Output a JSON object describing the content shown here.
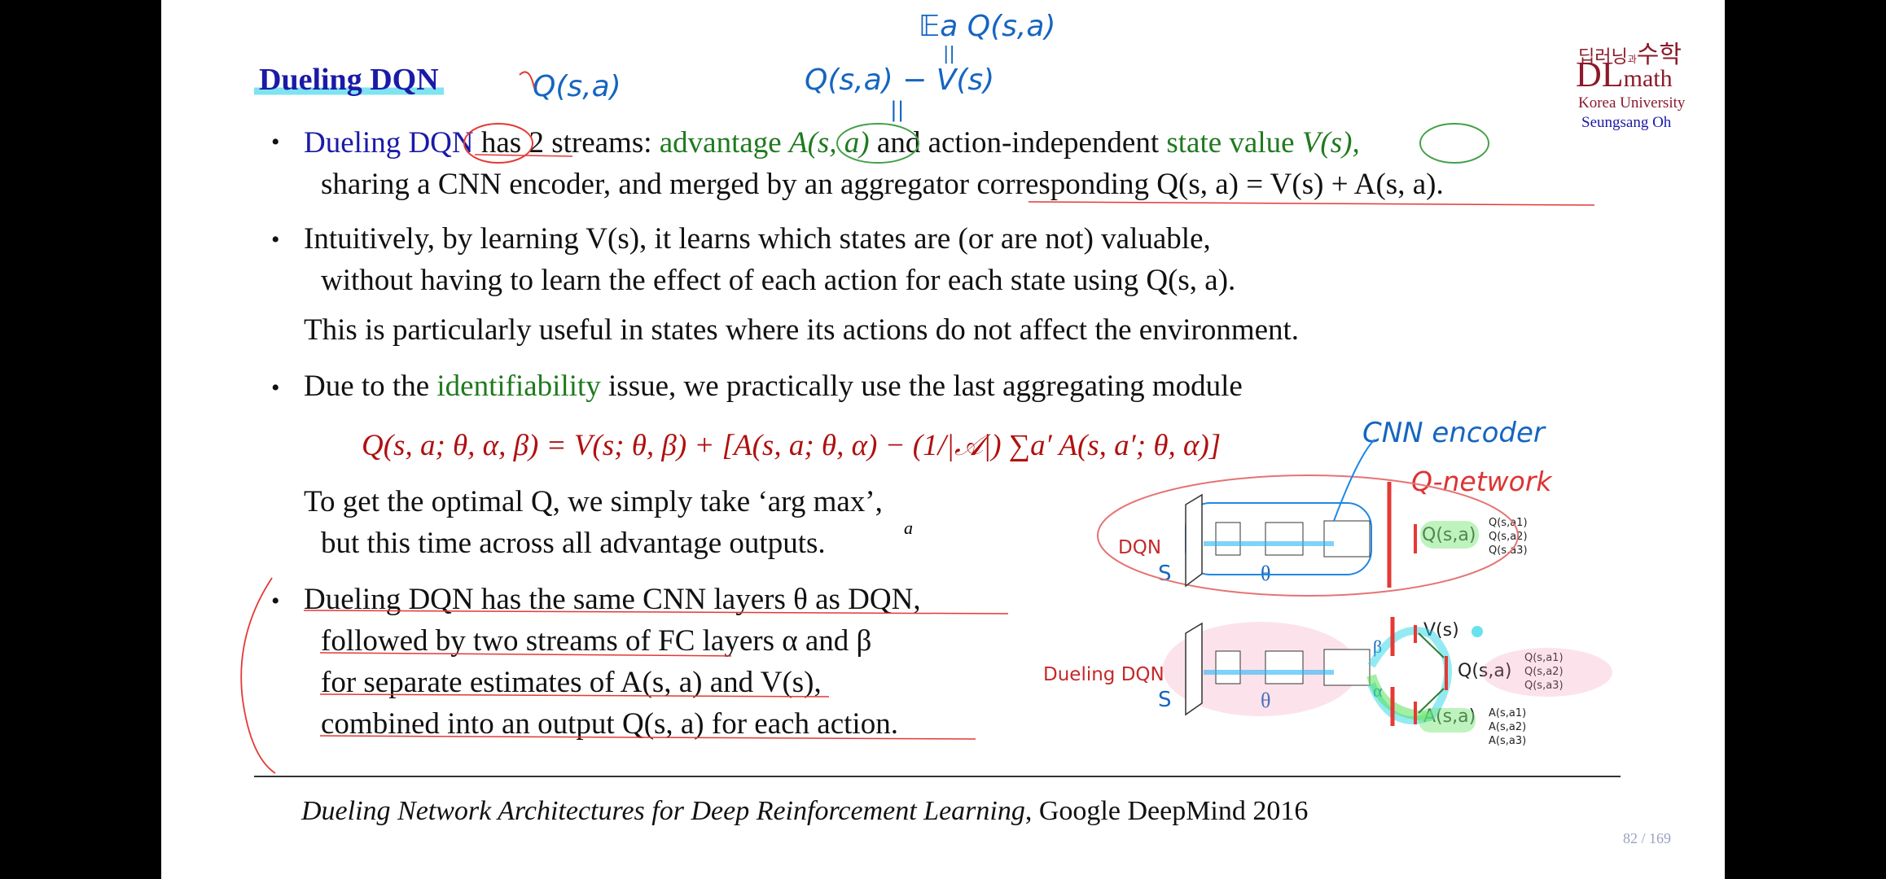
{
  "slide": {
    "title": "Dueling DQN",
    "logo": {
      "korean": "딥러닝",
      "small": "과",
      "korean2": "수학",
      "dl": "DL",
      "math": "math",
      "univ": "Korea University",
      "author": "Seungsang Oh"
    },
    "bullets": {
      "b1_l1_a": "Dueling DQN",
      "b1_l1_b": " has 2 streams: ",
      "b1_l1_c": "advantage",
      "b1_l1_d": "A(s, a)",
      "b1_l1_e": " and action-independent ",
      "b1_l1_f": "state value",
      "b1_l1_g": "V(s),",
      "b1_l2": "sharing a CNN encoder, and merged by an aggregator corresponding  Q(s, a) = V(s) + A(s, a).",
      "b2_l1": "Intuitively, by learning V(s), it learns which states are (or are not) valuable,",
      "b2_l2": "without having to learn the effect of each action for each state using  Q(s, a).",
      "b2_l3": "This is particularly useful in states where its actions do not affect the environment.",
      "b3_l1_a": "Due to the ",
      "b3_l1_b": "identifiability",
      "b3_l1_c": " issue, we practically use the last aggregating module",
      "formula": "Q(s, a; θ, α, β) = V(s; θ, β) + [A(s, a; θ, α) − (1/|𝒜|) ∑a′ A(s, a′; θ, α)]",
      "b3_l2": "To get the optimal Q, we simply take ‘arg max’,",
      "b3_l3": "but this time across all advantage outputs.",
      "b3_sub": "a",
      "b4_l1": "Dueling DQN has the same CNN layers θ as DQN,",
      "b4_l2": "followed by two streams of FC layers α and β",
      "b4_l3": "for separate estimates of A(s, a) and V(s),",
      "b4_l4": "combined into an output Q(s, a) for each action."
    },
    "footer": {
      "paper": "Dueling Network Architectures for Deep Reinforcement Learning",
      "org": ",  Google DeepMind 2016"
    },
    "page": "82 / 169"
  },
  "annotations": {
    "top_expect": "𝔼a Q(s,a)",
    "q_minus_v": "Q(s,a) − V(s)",
    "q_sa": "Q(s,a)",
    "cnn_encoder": "CNN encoder",
    "q_network": "Q-network",
    "equals": "||"
  },
  "diagram": {
    "dqn_label": "DQN",
    "dueling_label": "Dueling DQN",
    "s": "S",
    "theta": "θ",
    "beta": "β",
    "alpha": "α",
    "v_out": "V(s)",
    "q_out": "Q(s,a)",
    "a_out": "A(s,a)",
    "q_list": [
      "Q(s,a1)",
      "Q(s,a2)",
      "Q(s,a3)"
    ],
    "a_list": [
      "A(s,a1)",
      "A(s,a2)",
      "A(s,a3)"
    ]
  }
}
